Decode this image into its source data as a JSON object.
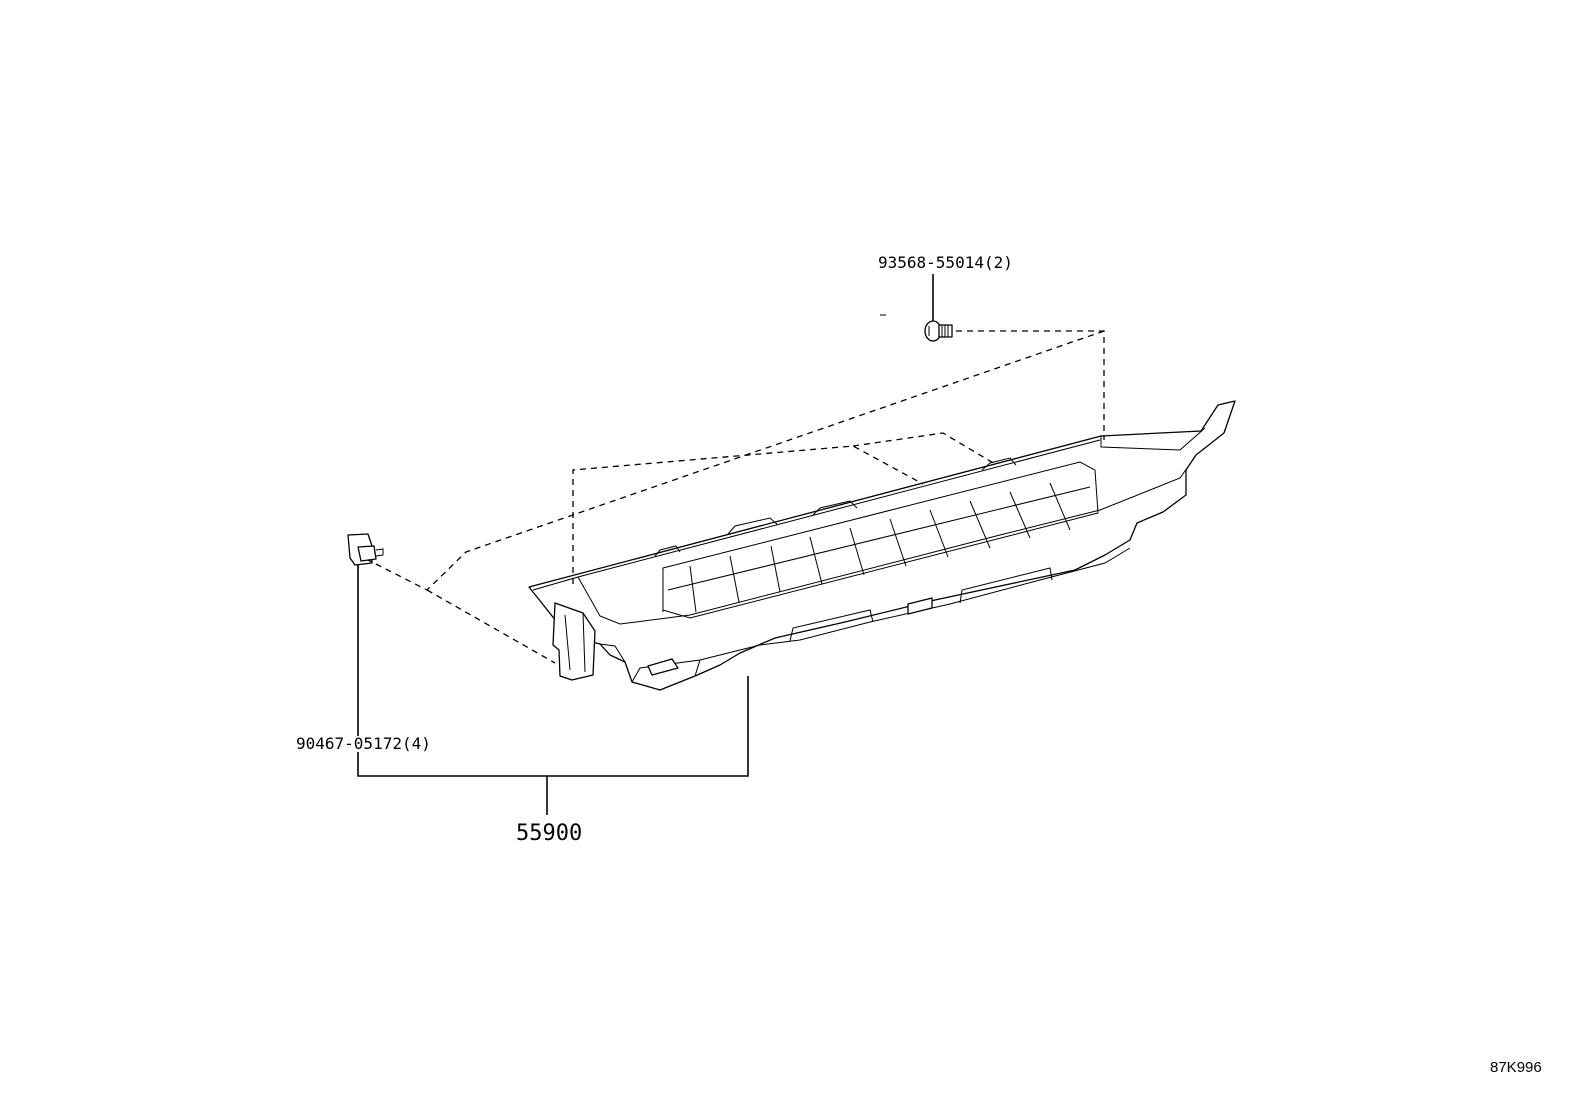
{
  "labels": {
    "screw": "93568-55014(2)",
    "clip": "90467-05172(4)",
    "assembly": "55900",
    "reference": "87K996"
  },
  "parts": [
    {
      "part_no": "93568-55014",
      "qty": 2,
      "item": "screw"
    },
    {
      "part_no": "90467-05172",
      "qty": 4,
      "item": "clip"
    },
    {
      "part_no": "55900",
      "item": "panel-assembly"
    }
  ]
}
